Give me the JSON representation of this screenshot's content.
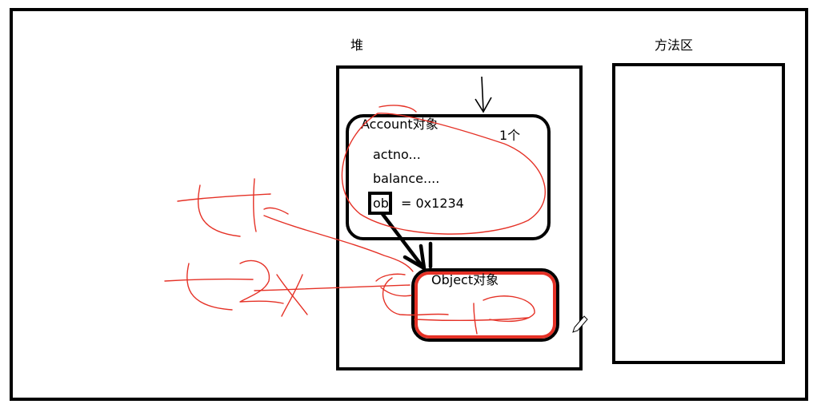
{
  "heap": {
    "label": "堆"
  },
  "method_area": {
    "label": "方法区"
  },
  "account_object": {
    "title": "Account对象",
    "count": "1个",
    "fields": {
      "actno": "actno...",
      "balance": "balance....",
      "obj_name": "obj",
      "obj_value": "= 0x1234"
    }
  },
  "object_object": {
    "title": "Object对象"
  },
  "colors": {
    "outline": "#000000",
    "annotation": "#e53126",
    "background": "#ffffff"
  }
}
